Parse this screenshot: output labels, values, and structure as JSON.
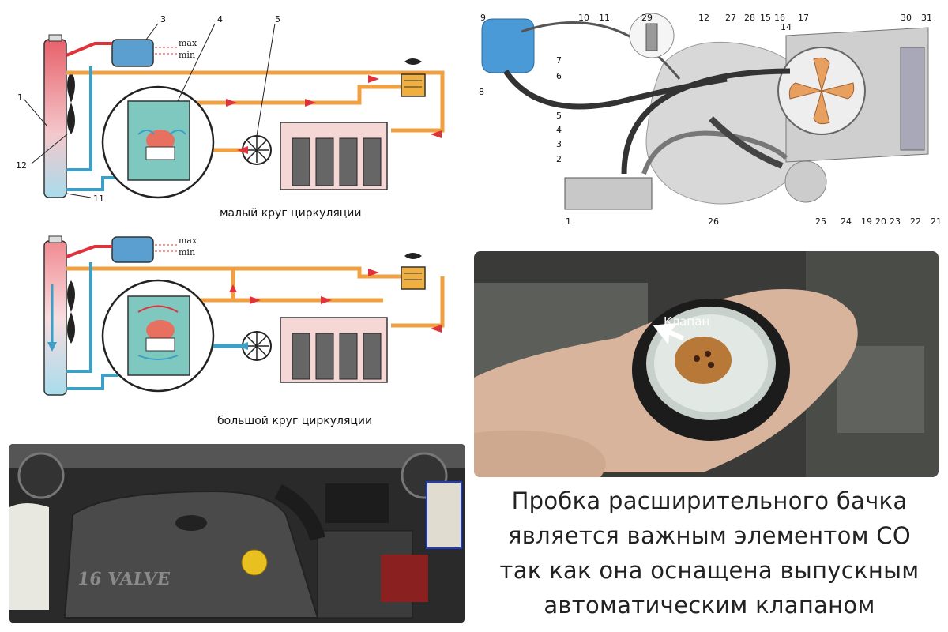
{
  "schemes": {
    "small_circle_caption": "малый круг циркуляции",
    "large_circle_caption": "большой круг циркуляции",
    "max_label": "max",
    "min_label": "min",
    "callouts": [
      "1",
      "3",
      "4",
      "5",
      "12",
      "11"
    ],
    "colors": {
      "hot": "#e0323a",
      "pipe": "#f0a040",
      "cold": "#3aa0c8",
      "block": "#f5d8d6",
      "thermostat": "#7fc8c0"
    }
  },
  "engine_layout": {
    "top_numbers": [
      "9",
      "10",
      "11",
      "29",
      "12",
      "27",
      "28",
      "15",
      "16",
      "17",
      "14",
      "30",
      "31"
    ],
    "left_numbers": [
      "7",
      "6",
      "8",
      "5",
      "4",
      "3",
      "2",
      "1"
    ],
    "bottom_numbers": [
      "26",
      "25",
      "24",
      "19",
      "20",
      "23",
      "22",
      "21"
    ]
  },
  "cap_photo": {
    "valve_label": "Клапан"
  },
  "bay_photo": {
    "cover_text": "16 VALVE"
  },
  "caption": {
    "lines": [
      "Пробка расширительного бачка",
      "является важным элементом СО",
      "так как она оснащена выпускным",
      "автоматическим клапаном"
    ]
  }
}
